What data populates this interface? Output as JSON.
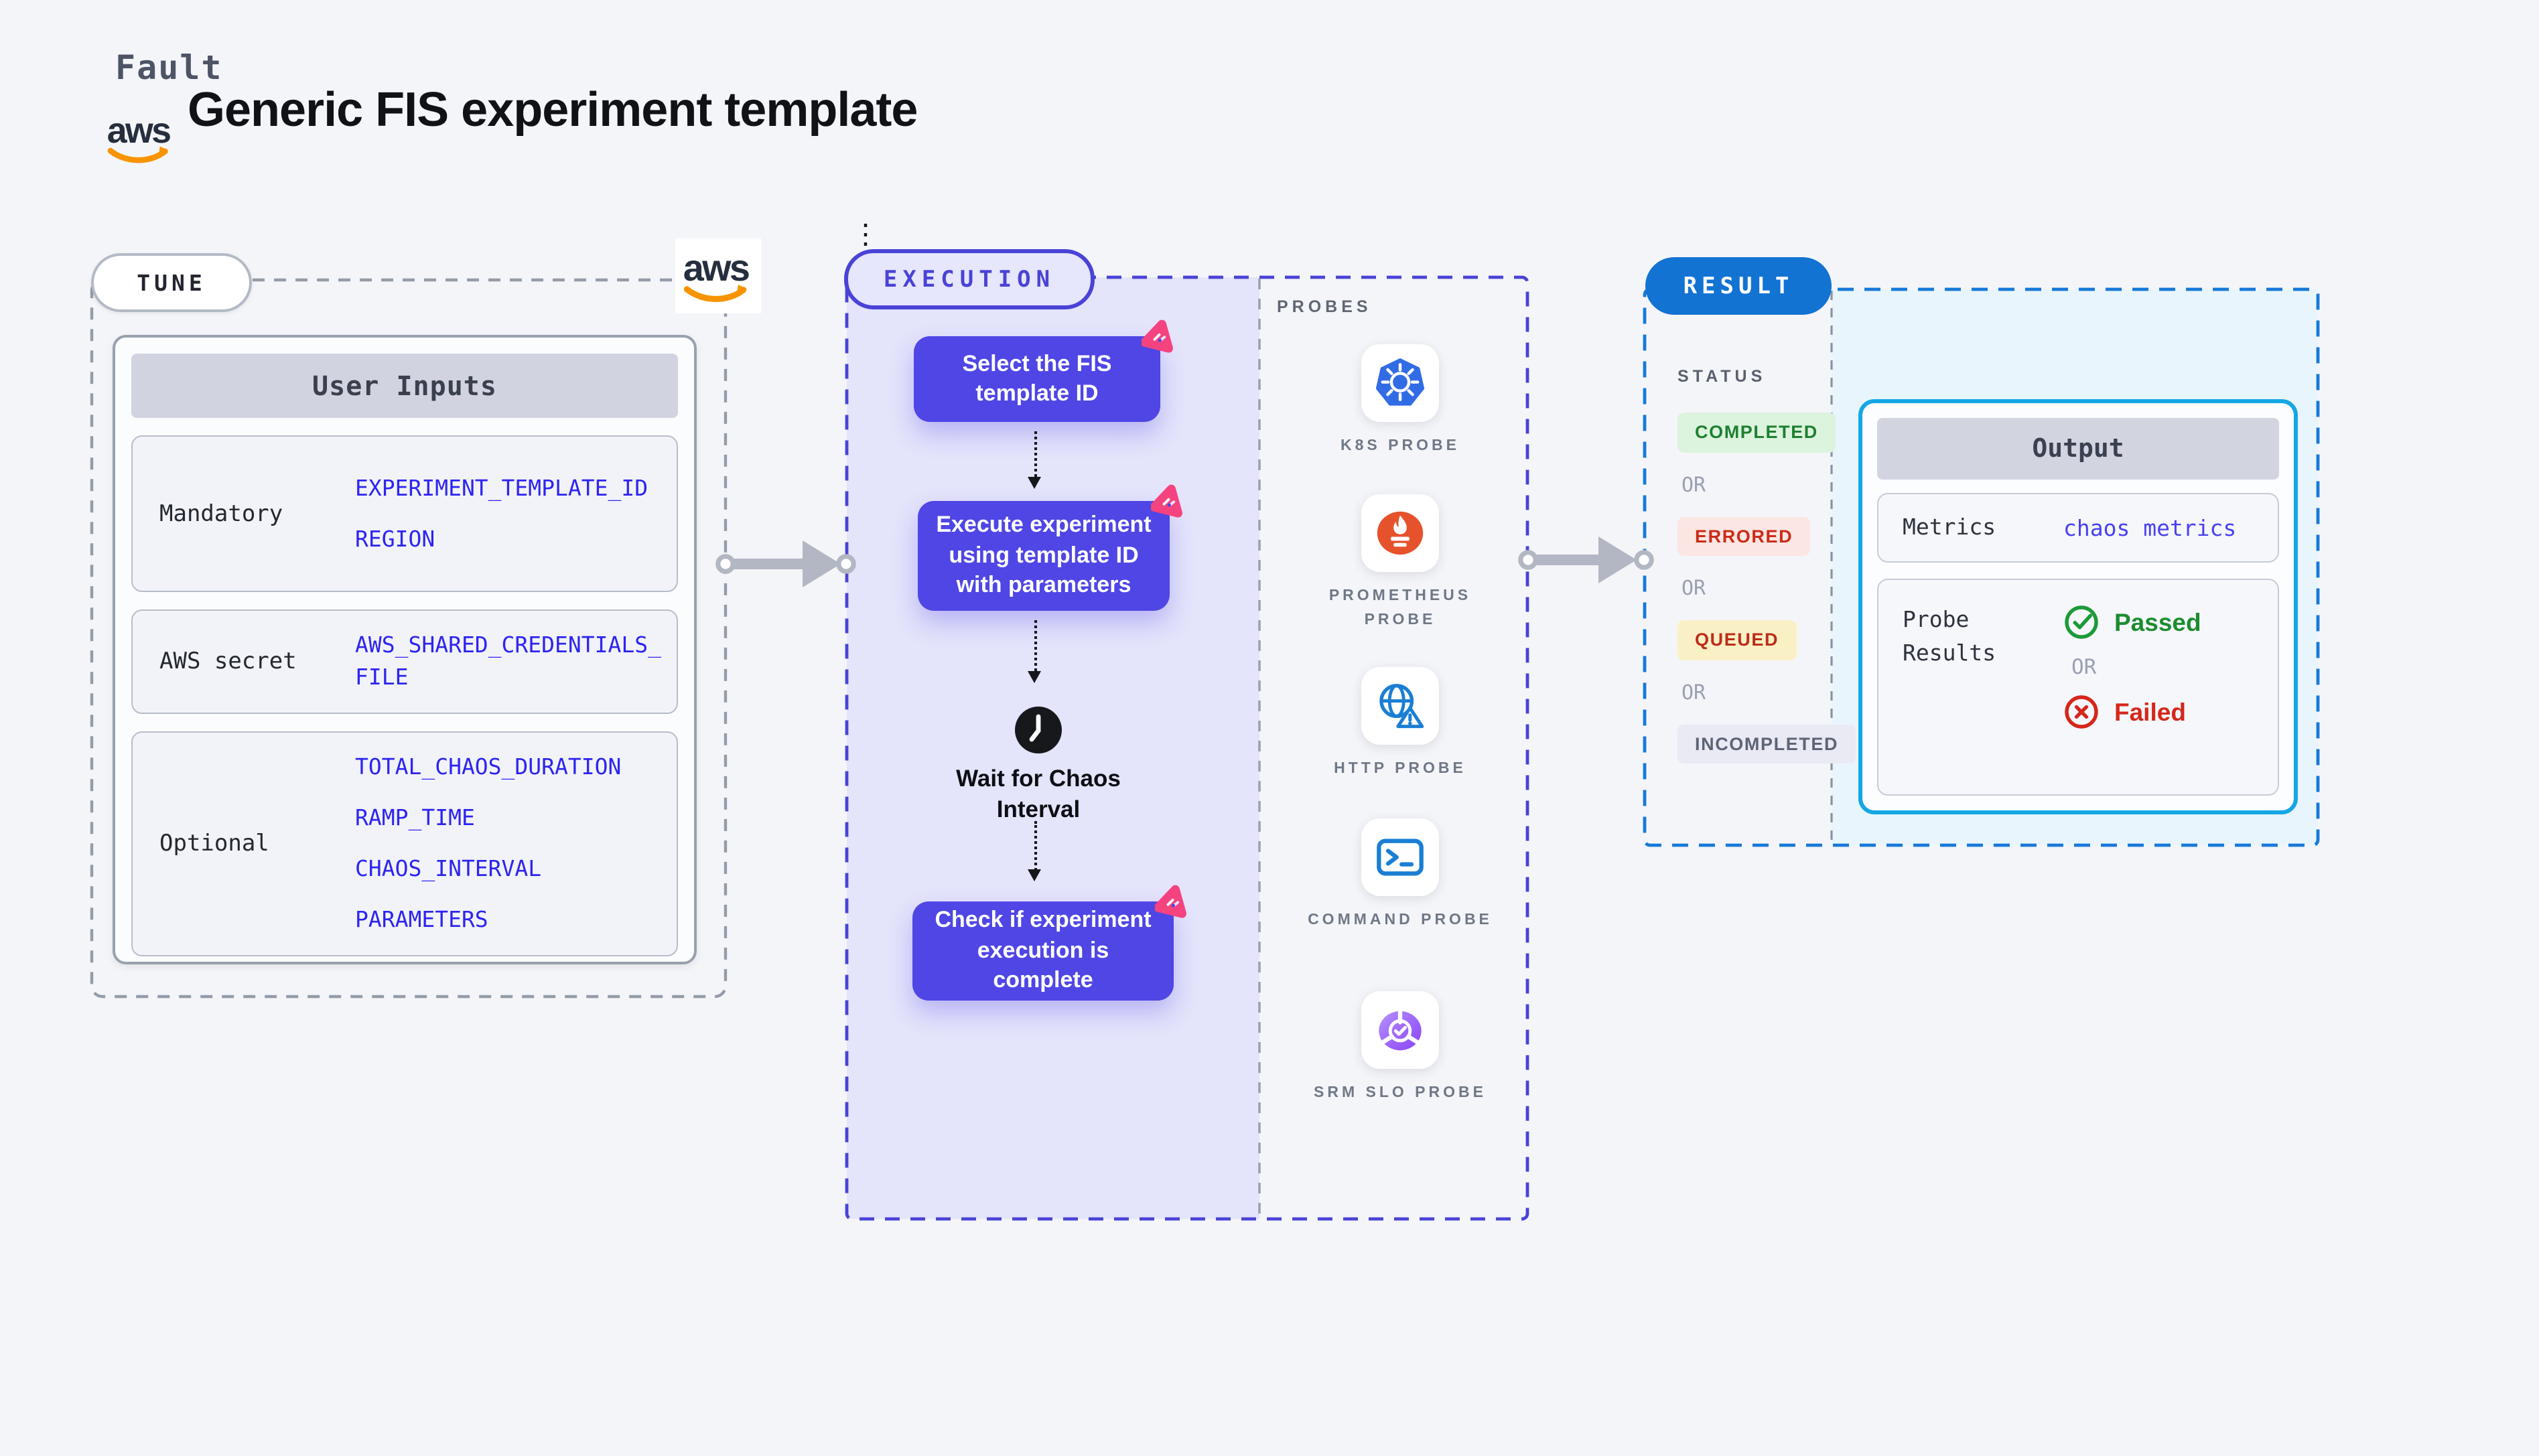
{
  "header": {
    "eyebrow": "Fault",
    "title": "Generic FIS experiment template",
    "aws_wordmark": "aws"
  },
  "tune": {
    "label": "TUNE",
    "user_inputs": {
      "title": "User Inputs",
      "rows": [
        {
          "label": "Mandatory",
          "values": [
            "EXPERIMENT_TEMPLATE_ID",
            "REGION"
          ]
        },
        {
          "label": "AWS secret",
          "values": [
            "AWS_SHARED_CREDENTIALS_FILE"
          ]
        },
        {
          "label": "Optional",
          "values": [
            "TOTAL_CHAOS_DURATION",
            "RAMP_TIME",
            "CHAOS_INTERVAL",
            "PARAMETERS"
          ]
        }
      ]
    }
  },
  "execution": {
    "label": "EXECUTION",
    "step1": "Select the FIS template ID",
    "step2": "Execute experiment using template ID with parameters",
    "wait_label": "Wait for Chaos Interval",
    "step3": "Check if experiment execution is complete",
    "probes": {
      "title": "PROBES",
      "items": [
        {
          "label": "K8S PROBE",
          "icon": "kubernetes-icon"
        },
        {
          "label": "PROMETHEUS PROBE",
          "icon": "prometheus-icon"
        },
        {
          "label": "HTTP PROBE",
          "icon": "http-globe-warning-icon"
        },
        {
          "label": "COMMAND PROBE",
          "icon": "terminal-icon"
        },
        {
          "label": "SRM SLO PROBE",
          "icon": "slo-pie-check-icon"
        }
      ]
    }
  },
  "result": {
    "label": "RESULT",
    "status": {
      "title": "STATUS",
      "or": "OR",
      "badges": [
        {
          "label": "COMPLETED",
          "bg": "#dcf3de",
          "color": "#1d8030"
        },
        {
          "label": "ERRORED",
          "bg": "#fbe6e3",
          "color": "#cc2a18"
        },
        {
          "label": "QUEUED",
          "bg": "#faf0c6",
          "color": "#bb2c18"
        },
        {
          "label": "INCOMPLETED",
          "bg": "#e9eaf3",
          "color": "#5d6476"
        }
      ]
    },
    "output": {
      "title": "Output",
      "metrics_label": "Metrics",
      "metrics_value": "chaos metrics",
      "probe_results_label": "Probe Results",
      "passed": "Passed",
      "or": "OR",
      "failed": "Failed"
    }
  },
  "colors": {
    "step_indigo": "#4f46e5",
    "execution_border": "#4a43d6",
    "result_pill_blue": "#1273d3",
    "result_border_blue": "#1779d8",
    "output_border_cyan": "#14a7e4",
    "value_blue": "#2d24f0",
    "metrics_value_blue": "#4a40f2",
    "passed_green": "#1d8c2f",
    "failed_red": "#d5271b",
    "litmus_pink": "#f4437e",
    "kubernetes_blue": "#326CE5",
    "prometheus_orange": "#E6522C"
  }
}
